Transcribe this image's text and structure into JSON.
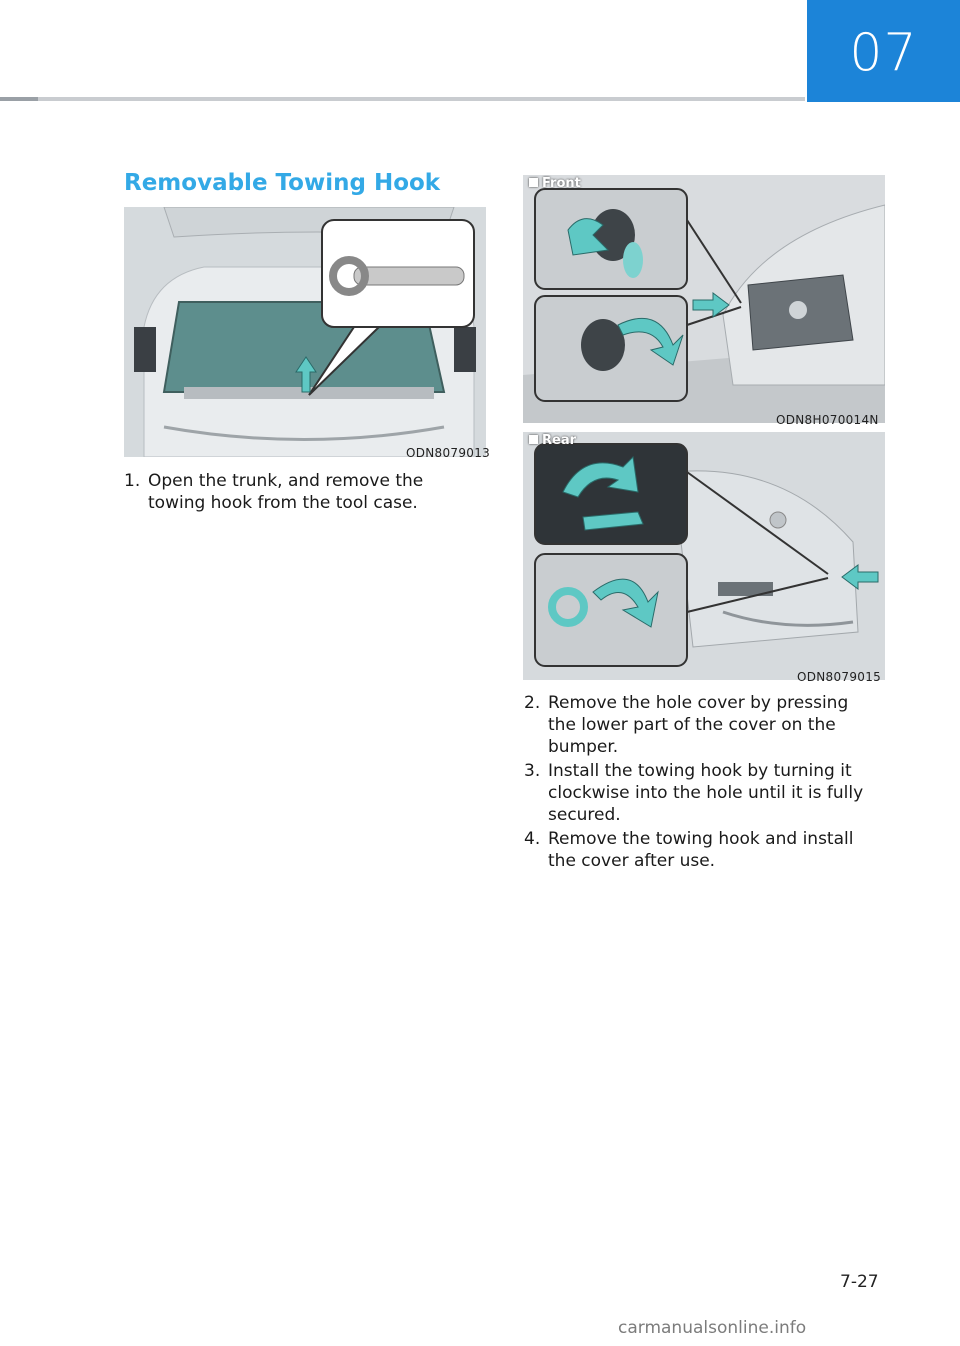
{
  "header": {
    "chapter_number": "07"
  },
  "section": {
    "title": "Removable Towing Hook"
  },
  "figures": {
    "trunk": {
      "code": "ODN8079013"
    },
    "front": {
      "label": "Front",
      "code": "ODN8H070014N"
    },
    "rear": {
      "label": "Rear",
      "code": "ODN8079015"
    }
  },
  "steps": [
    {
      "number": "1.",
      "text": "Open the trunk, and remove the towing hook from the tool case."
    },
    {
      "number": "2.",
      "text": "Remove the hole cover by pressing the lower part of the cover on the bumper."
    },
    {
      "number": "3.",
      "text": "Install the towing hook by turning it clockwise into the hole until it is fully secured."
    },
    {
      "number": "4.",
      "text": "Remove the towing hook and install the cover after use."
    }
  ],
  "footer": {
    "page_number": "7-27",
    "watermark": "carmanualsonline.info"
  },
  "colors": {
    "accent": "#1c84d8",
    "title": "#33a9e6",
    "highlight": "#5ec8c4"
  }
}
